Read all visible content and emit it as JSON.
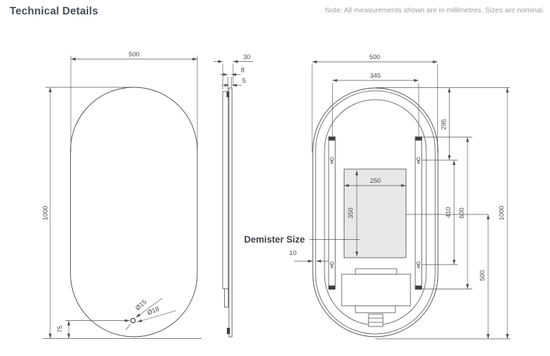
{
  "header": {
    "title": "Technical Details",
    "note": "Note: All measurements shown are in millimetres. Sizes are nominal."
  },
  "front_view": {
    "width": "500",
    "height": "1000",
    "hole_offset": "75",
    "hole_d_inner": "Ø15",
    "hole_d_outer": "Ø18"
  },
  "side_view": {
    "depth": "30",
    "frame": "8",
    "glass": "5"
  },
  "back_view": {
    "width": "500",
    "hanger_width": "345",
    "top_to_hole": "295",
    "hole_spacing": "410",
    "rail_length": "600",
    "height": "1000",
    "bottom_to_center": "500",
    "edge_gap": "10",
    "demister_width": "250",
    "demister_height": "350",
    "demister_label": "Demister Size"
  },
  "colors": {
    "line": "#4a4a4a",
    "dim_text": "#4a4a4a",
    "title": "#474f59",
    "note": "#9aa0a8",
    "demister_fill": "#e7e8e8"
  }
}
